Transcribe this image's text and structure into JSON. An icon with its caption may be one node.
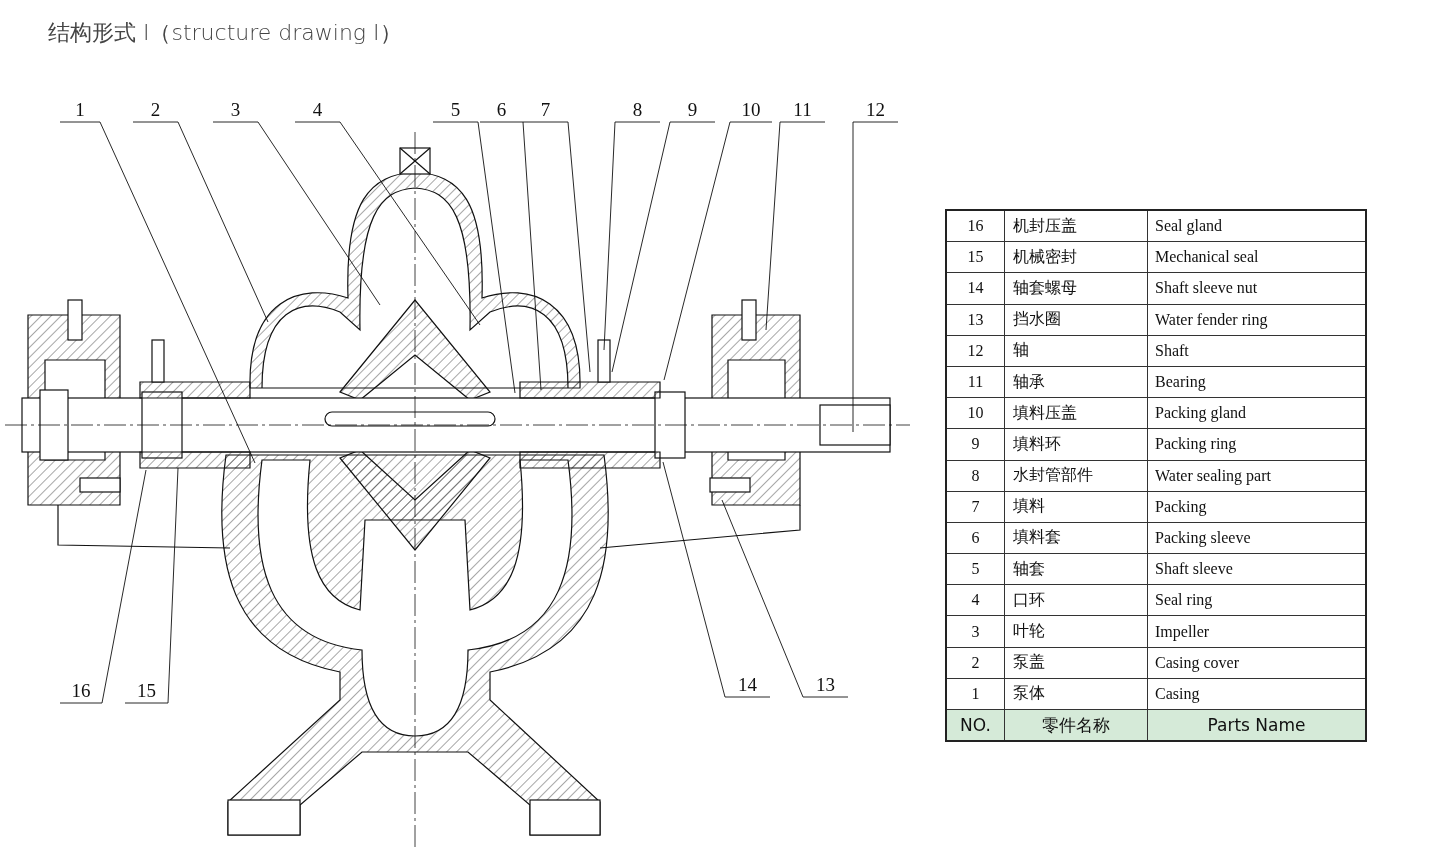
{
  "diagram": {
    "title": "结构形式 I（structure drawing I）",
    "nodes": [
      {
        "text": [
          "1"
        ]
      },
      {
        "text": [
          "2"
        ]
      },
      {
        "text": [
          "3"
        ]
      },
      {
        "text": [
          "4"
        ]
      },
      {
        "text": [
          "5"
        ]
      },
      {
        "text": [
          "6"
        ]
      },
      {
        "text": [
          "7"
        ]
      },
      {
        "text": [
          "8"
        ]
      },
      {
        "text": [
          "9"
        ]
      },
      {
        "text": [
          "10"
        ]
      },
      {
        "text": [
          "11"
        ]
      },
      {
        "text": [
          "12"
        ]
      },
      {
        "text": [
          "16"
        ]
      },
      {
        "text": [
          "15"
        ]
      },
      {
        "text": [
          "14"
        ]
      },
      {
        "text": [
          "13"
        ]
      }
    ],
    "edges": [
      {
        "from": 0,
        "to": null,
        "arrow": "none"
      },
      {
        "from": 1,
        "to": null,
        "arrow": "none"
      },
      {
        "from": 2,
        "to": null,
        "arrow": "none"
      },
      {
        "from": 3,
        "to": null,
        "arrow": "none"
      },
      {
        "from": 4,
        "to": null,
        "arrow": "none"
      },
      {
        "from": 5,
        "to": null,
        "arrow": "none"
      },
      {
        "from": 6,
        "to": null,
        "arrow": "none"
      },
      {
        "from": 7,
        "to": null,
        "arrow": "none"
      },
      {
        "from": 8,
        "to": null,
        "arrow": "none"
      },
      {
        "from": 9,
        "to": null,
        "arrow": "none"
      },
      {
        "from": 10,
        "to": null,
        "arrow": "none"
      },
      {
        "from": 11,
        "to": null,
        "arrow": "none"
      },
      {
        "from": 12,
        "to": null,
        "arrow": "none"
      },
      {
        "from": 13,
        "to": null,
        "arrow": "none"
      },
      {
        "from": 14,
        "to": null,
        "arrow": "none"
      },
      {
        "from": 15,
        "to": null,
        "arrow": "none"
      }
    ],
    "labels": [
      "16",
      "机封压盖",
      "Seal gland",
      "15",
      "机械密封",
      "Mechanical seal",
      "14",
      "轴套螺母",
      "Shaft sleeve nut",
      "13",
      "挡水圈",
      "Water fender ring",
      "12",
      "轴",
      "Shaft",
      "11",
      "轴承",
      "Bearing",
      "10",
      "填料压盖",
      "Packing gland",
      "9",
      "填料环",
      "Packing ring",
      "8",
      "水封管部件",
      "Water sealing part",
      "7",
      "填料",
      "Packing",
      "6",
      "填料套",
      "Packing sleeve",
      "5",
      "轴套",
      "Shaft sleeve",
      "4",
      "口环",
      "Seal ring",
      "3",
      "叶轮",
      "Impeller",
      "2",
      "泵盖",
      "Casing cover",
      "1",
      "泵体",
      "Casing",
      "NO.",
      "零件名称",
      "Parts Name"
    ]
  }
}
